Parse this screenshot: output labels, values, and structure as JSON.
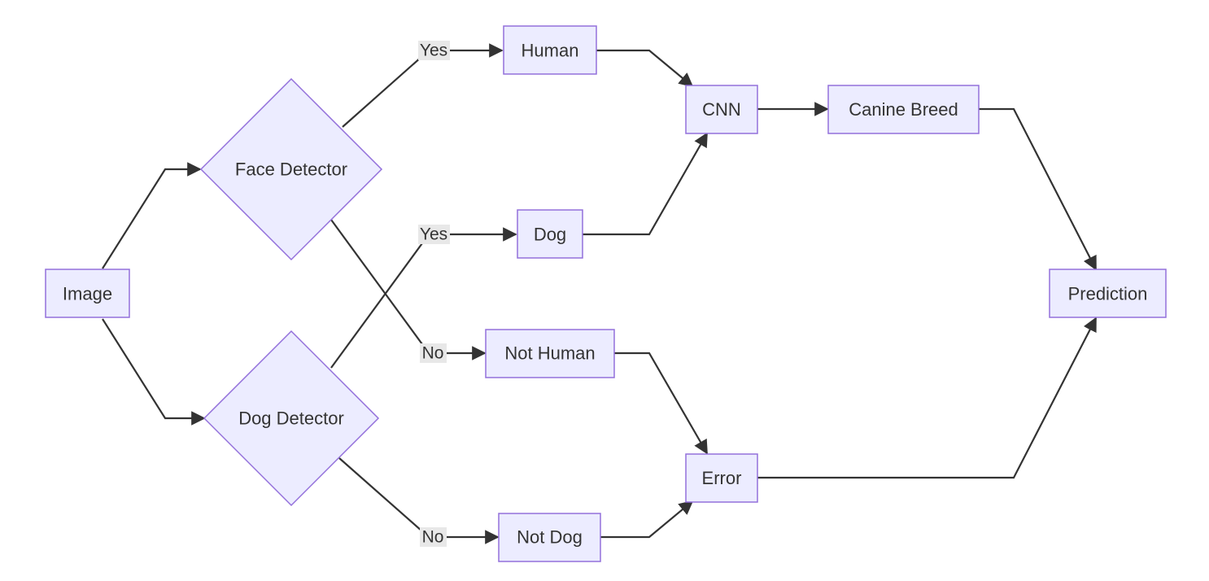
{
  "diagram": {
    "nodes": {
      "image": "Image",
      "face_detector": "Face Detector",
      "dog_detector": "Dog Detector",
      "human": "Human",
      "dog": "Dog",
      "not_human": "Not Human",
      "not_dog": "Not Dog",
      "cnn": "CNN",
      "error": "Error",
      "canine_breed": "Canine Breed",
      "prediction": "Prediction"
    },
    "edge_labels": {
      "face_yes": "Yes",
      "face_no": "No",
      "dog_yes": "Yes",
      "dog_no": "No"
    },
    "colors": {
      "node_fill": "#ececff",
      "node_stroke": "#9370db",
      "edge": "#333333",
      "label_bg": "#e8e8e8",
      "text": "#333333"
    }
  }
}
